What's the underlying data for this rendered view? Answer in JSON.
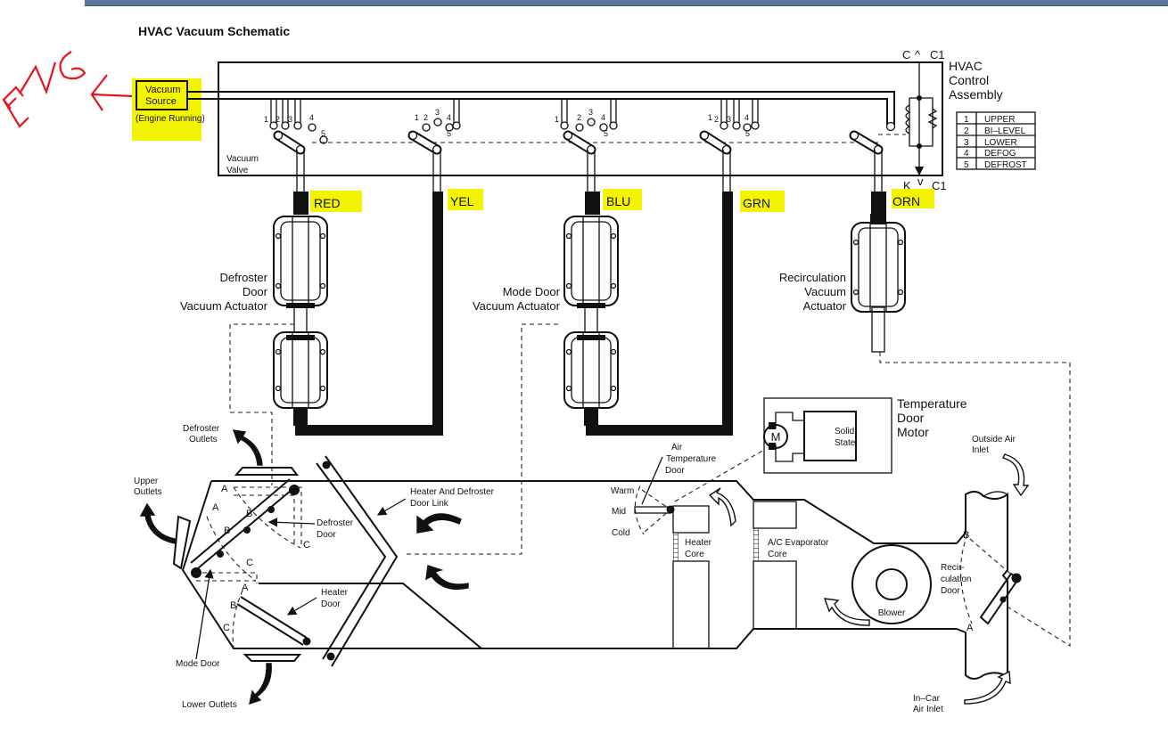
{
  "title": "HVAC Vacuum Schematic",
  "annotation": {
    "handwritten_text": "ENG",
    "color": "#e8141c"
  },
  "highlight_color": "#f4f400",
  "vacuum_source": {
    "line1": "Vacuum",
    "line2": "Source",
    "note": "(Engine Running)"
  },
  "vacuum_valve": {
    "line1": "Vacuum",
    "line2": "Valve"
  },
  "port_numbers": [
    "1",
    "2",
    "3",
    "4",
    "5"
  ],
  "control_assembly": {
    "line1": "HVAC",
    "line2": "Control",
    "line3": "Assembly",
    "connector_top_left": "C",
    "connector_top_right": "C1",
    "connector_bottom_left": "K",
    "connector_bottom_right": "C1"
  },
  "mode_legend": [
    {
      "num": "1",
      "mode": "UPPER"
    },
    {
      "num": "2",
      "mode": "BI–LEVEL"
    },
    {
      "num": "3",
      "mode": "LOWER"
    },
    {
      "num": "4",
      "mode": "DEFOG"
    },
    {
      "num": "5",
      "mode": "DEFROST"
    }
  ],
  "hoses": [
    "RED",
    "YEL",
    "BLU",
    "GRN",
    "ORN"
  ],
  "actuators": {
    "defroster": [
      "Defroster",
      "Door",
      "Vacuum Actuator"
    ],
    "mode": [
      "Mode Door",
      "Vacuum Actuator"
    ],
    "recirculation": [
      "Recirculation",
      "Vacuum",
      "Actuator"
    ]
  },
  "temperature_motor": {
    "line1": "Temperature",
    "line2": "Door",
    "line3": "Motor",
    "motor": "M",
    "solid_state1": "Solid",
    "solid_state2": "State"
  },
  "duct": {
    "defroster_outlets": [
      "Defroster",
      "Outlets"
    ],
    "upper_outlets": [
      "Upper",
      "Outlets"
    ],
    "lower_outlets": "Lower Outlets",
    "mode_door": "Mode Door",
    "defroster_door": [
      "Defroster",
      "Door"
    ],
    "heater_door": [
      "Heater",
      "Door"
    ],
    "door_link": [
      "Heater And Defroster",
      "Door Link"
    ],
    "air_temp_door": [
      "Air",
      "Temperature",
      "Door"
    ],
    "warm": "Warm",
    "mid": "Mid",
    "cold": "Cold",
    "heater_core": [
      "Heater",
      "Core"
    ],
    "evaporator": [
      "A/C Evaporator",
      "Core"
    ],
    "blower": "Blower",
    "recirc_door": [
      "Recir-",
      "culation",
      "Door"
    ],
    "outside_air": [
      "Outside Air",
      "Inlet"
    ],
    "incar_air": [
      "In–Car",
      "Air Inlet"
    ],
    "positions": {
      "a": "A",
      "b": "B",
      "c": "C"
    }
  }
}
